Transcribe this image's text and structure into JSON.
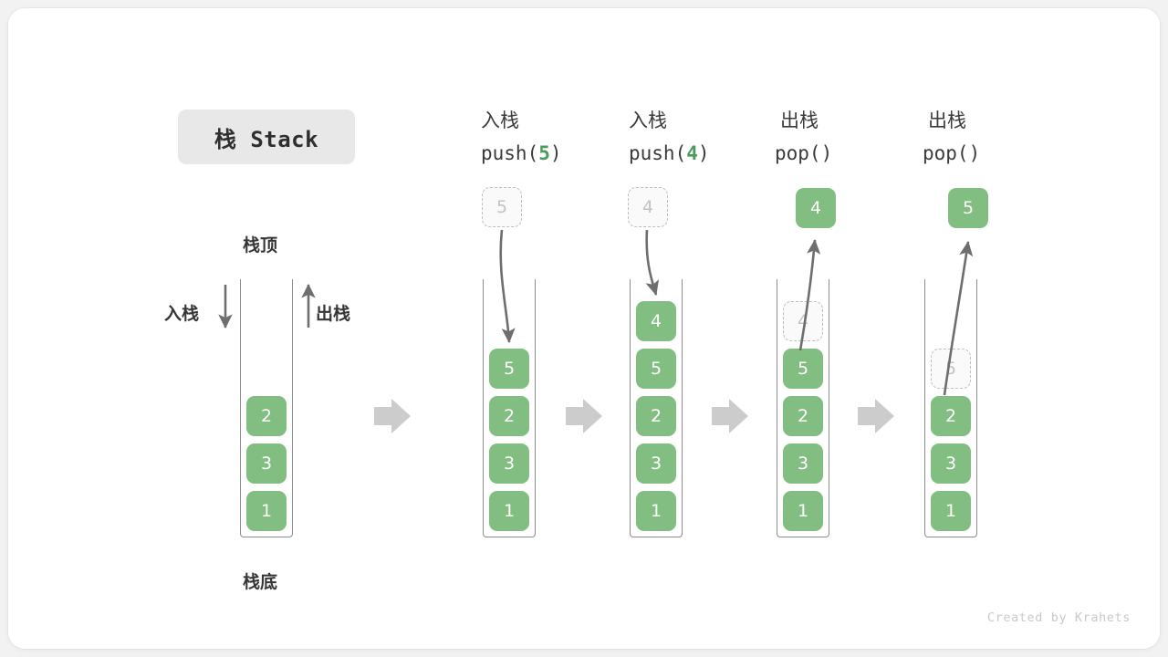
{
  "title": {
    "text": "栈 Stack"
  },
  "credit": {
    "text": "Created by Krahets"
  },
  "labels": {
    "top": "栈顶",
    "bottom": "栈底",
    "push_side": "入栈",
    "pop_side": "出栈"
  },
  "operations": [
    {
      "name": "入栈",
      "code_prefix": "push(",
      "code_arg": "5",
      "code_suffix": ")"
    },
    {
      "name": "入栈",
      "code_prefix": "push(",
      "code_arg": "4",
      "code_suffix": ")"
    },
    {
      "name": "出栈",
      "code_prefix": "pop(",
      "code_arg": "",
      "code_suffix": ")"
    },
    {
      "name": "出栈",
      "code_prefix": "pop(",
      "code_arg": "",
      "code_suffix": ")"
    }
  ],
  "colors": {
    "element_green": "#82bd82",
    "ghost_gray": "#bfbfbf",
    "arrow_gray": "#6e6e6e",
    "flow_arrow_gray": "#c8c8c8",
    "chip_bg": "#e8e8e8"
  },
  "stacks": [
    {
      "id": "initial",
      "cells": [
        {
          "value": "2",
          "style": "solid"
        },
        {
          "value": "3",
          "style": "solid"
        },
        {
          "value": "1",
          "style": "solid"
        }
      ],
      "floating": null
    },
    {
      "id": "after-push-5",
      "cells": [
        {
          "value": "5",
          "style": "solid"
        },
        {
          "value": "2",
          "style": "solid"
        },
        {
          "value": "3",
          "style": "solid"
        },
        {
          "value": "1",
          "style": "solid"
        }
      ],
      "floating": {
        "value": "5",
        "style": "ghost"
      }
    },
    {
      "id": "after-push-4",
      "cells": [
        {
          "value": "4",
          "style": "solid"
        },
        {
          "value": "5",
          "style": "solid"
        },
        {
          "value": "2",
          "style": "solid"
        },
        {
          "value": "3",
          "style": "solid"
        },
        {
          "value": "1",
          "style": "solid"
        }
      ],
      "floating": {
        "value": "4",
        "style": "ghost"
      }
    },
    {
      "id": "after-pop-4",
      "cells": [
        {
          "value": "4",
          "style": "ghost"
        },
        {
          "value": "5",
          "style": "solid"
        },
        {
          "value": "2",
          "style": "solid"
        },
        {
          "value": "3",
          "style": "solid"
        },
        {
          "value": "1",
          "style": "solid"
        }
      ],
      "floating": {
        "value": "4",
        "style": "solid"
      }
    },
    {
      "id": "after-pop-5",
      "cells": [
        {
          "value": "5",
          "style": "ghost"
        },
        {
          "value": "2",
          "style": "solid"
        },
        {
          "value": "3",
          "style": "solid"
        },
        {
          "value": "1",
          "style": "solid"
        }
      ],
      "floating": {
        "value": "5",
        "style": "solid"
      }
    }
  ]
}
